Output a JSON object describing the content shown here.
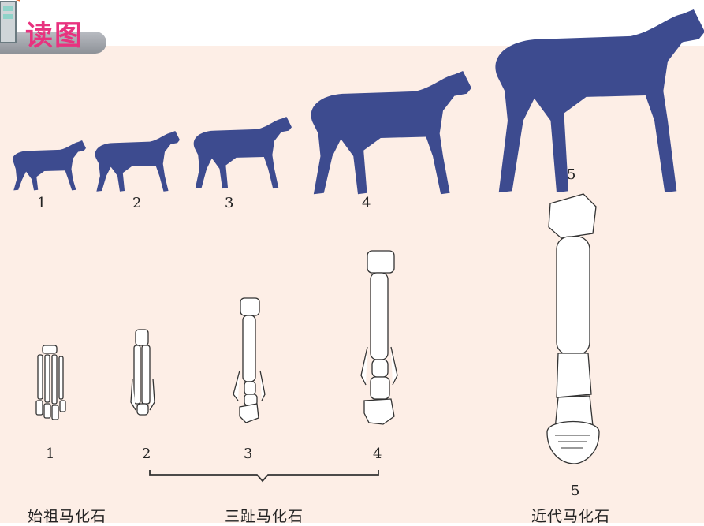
{
  "header": {
    "title": "读图"
  },
  "silhouettes": [
    {
      "label": "1"
    },
    {
      "label": "2"
    },
    {
      "label": "3"
    },
    {
      "label": "4"
    },
    {
      "label": "5"
    }
  ],
  "fossils": [
    {
      "label": "1"
    },
    {
      "label": "2"
    },
    {
      "label": "3"
    },
    {
      "label": "4"
    },
    {
      "label": "5"
    }
  ],
  "captions": {
    "eohippus": "始祖马化石",
    "three_toed": "三趾马化石",
    "modern": "近代马化石"
  },
  "colors": {
    "silhouette": "#3d4b8f",
    "title": "#e8327f",
    "panel": "#fdeee6"
  }
}
